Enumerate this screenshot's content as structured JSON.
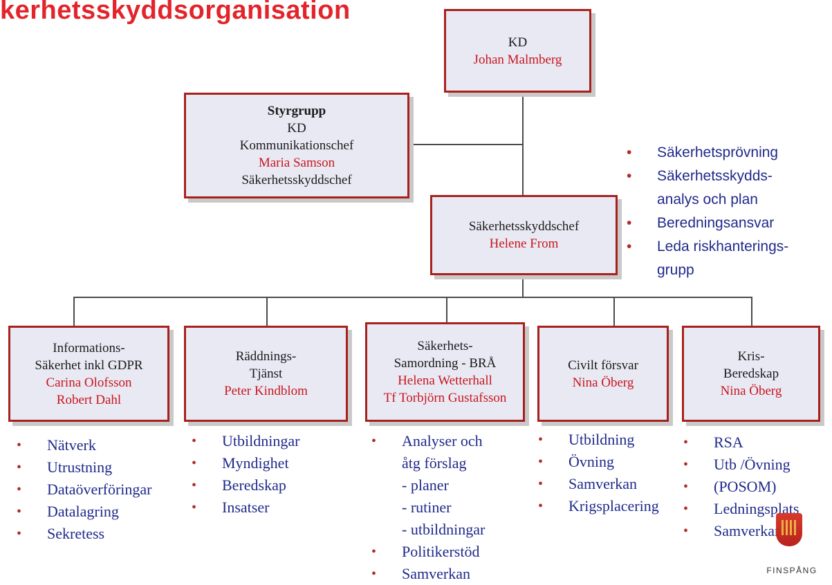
{
  "title": "kerhetsskyddsorganisation",
  "kd_box": {
    "role": "KD",
    "name": "Johan Malmberg"
  },
  "styrgrupp_box": {
    "heading": "Styrgrupp",
    "line1": "KD",
    "line2": "Kommunikationschef",
    "name": "Maria Samson",
    "line3": "Säkerhetsskyddschef"
  },
  "chef_box": {
    "role": "Säkerhetsskyddschef",
    "name": "Helene From"
  },
  "chef_responsibilities": [
    {
      "text": "Säkerhetsprövning",
      "bullet": true
    },
    {
      "text": "Säkerhetsskydds-",
      "bullet": true
    },
    {
      "text": "analys och plan",
      "bullet": false
    },
    {
      "text": "Beredningsansvar",
      "bullet": true
    },
    {
      "text": "Leda riskhanterings-",
      "bullet": true
    },
    {
      "text": "grupp",
      "bullet": false
    }
  ],
  "units": [
    {
      "lines": [
        "Informations-",
        "Säkerhet inkl GDPR"
      ],
      "names": [
        "Carina Olofsson",
        "Robert Dahl"
      ],
      "tasks": [
        {
          "text": "Nätverk",
          "bullet": true
        },
        {
          "text": "Utrustning",
          "bullet": true
        },
        {
          "text": "Dataöverföringar",
          "bullet": true
        },
        {
          "text": "Datalagring",
          "bullet": true
        },
        {
          "text": "Sekretess",
          "bullet": true
        }
      ]
    },
    {
      "lines": [
        "Räddnings-",
        "Tjänst"
      ],
      "names": [
        "Peter Kindblom"
      ],
      "tasks": [
        {
          "text": "Utbildningar",
          "bullet": true
        },
        {
          "text": "Myndighet",
          "bullet": true
        },
        {
          "text": "Beredskap",
          "bullet": true
        },
        {
          "text": "Insatser",
          "bullet": true
        }
      ]
    },
    {
      "lines": [
        "Säkerhets-",
        "Samordning - BRÅ"
      ],
      "names": [
        "Helena Wetterhall",
        "Tf Torbjörn Gustafsson"
      ],
      "tasks": [
        {
          "text": "Analyser och",
          "bullet": true
        },
        {
          "text": "åtg förslag",
          "bullet": false
        },
        {
          "text": " - planer",
          "bullet": false
        },
        {
          "text": " - rutiner",
          "bullet": false
        },
        {
          "text": " - utbildningar",
          "bullet": false
        },
        {
          "text": "Politikerstöd",
          "bullet": true
        },
        {
          "text": " Samverkan",
          "bullet": true
        }
      ]
    },
    {
      "lines": [
        "Civilt försvar"
      ],
      "names": [
        "Nina Öberg"
      ],
      "tasks": [
        {
          "text": "Utbildning",
          "bullet": true
        },
        {
          "text": "Övning",
          "bullet": true
        },
        {
          "text": "Samverkan",
          "bullet": true
        },
        {
          "text": "Krigsplacering",
          "bullet": true
        }
      ]
    },
    {
      "lines": [
        "Kris-",
        "Beredskap"
      ],
      "names": [
        "Nina Öberg"
      ],
      "tasks": [
        {
          "text": "RSA",
          "bullet": true
        },
        {
          "text": "Utb /Övning",
          "bullet": true
        },
        {
          "text": "(POSOM)",
          "bullet": true
        },
        {
          "text": "Ledningsplats",
          "bullet": true
        },
        {
          "text": "Samverkan",
          "bullet": true
        }
      ]
    }
  ],
  "logo_text": "FINSPÅNG",
  "colors": {
    "accent": "#c8161d",
    "box_fill": "#e9e9f4",
    "box_border": "#a8201c",
    "task_text": "#1f2a8a"
  }
}
